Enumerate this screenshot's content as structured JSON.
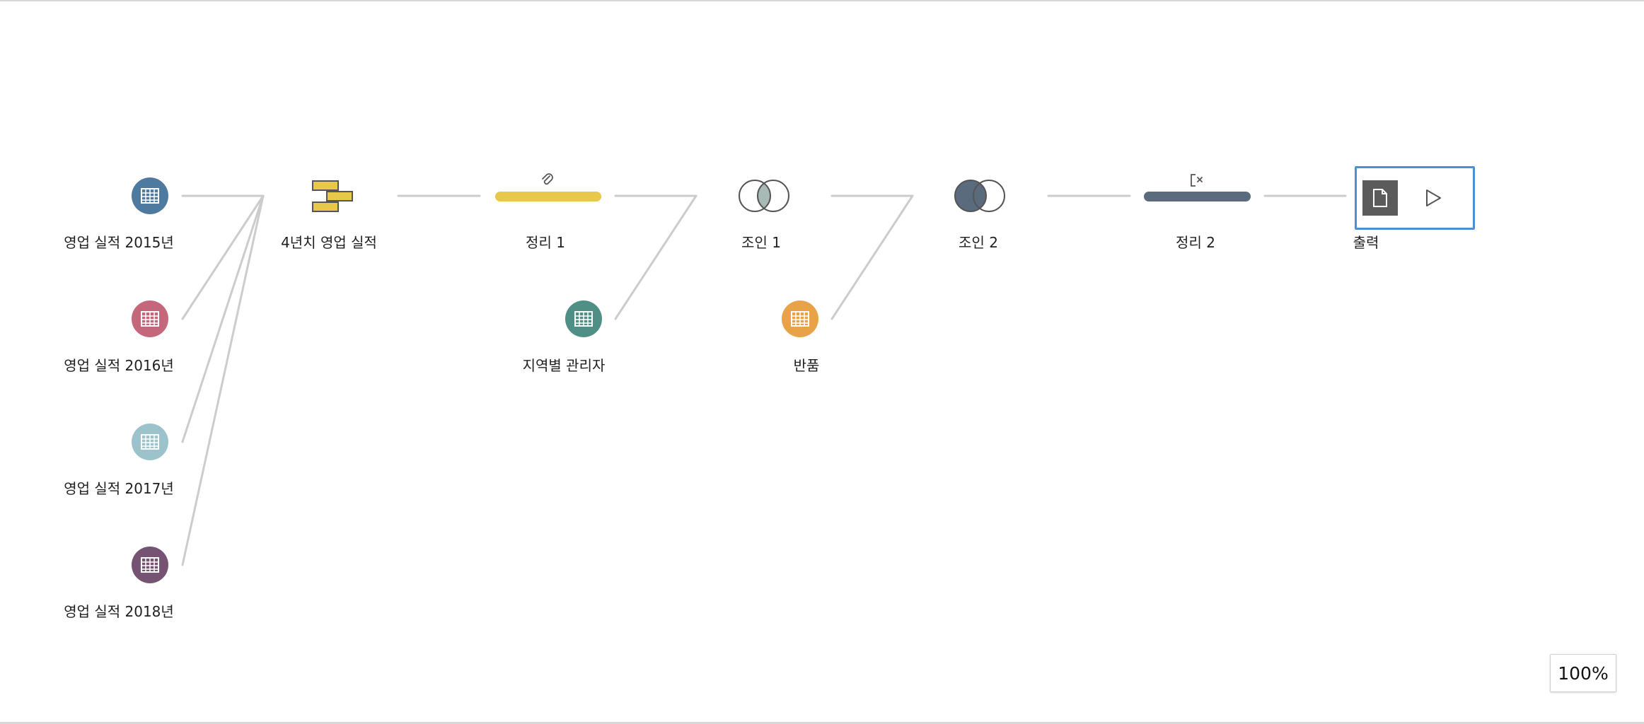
{
  "flow": {
    "inputs": [
      {
        "label": "영업 실적 2015년",
        "color": "#4e7aa0"
      },
      {
        "label": "영업 실적 2016년",
        "color": "#c4677a"
      },
      {
        "label": "영업 실적 2017년",
        "color": "#9cc3cc"
      },
      {
        "label": "영업 실적 2018년",
        "color": "#765373"
      }
    ],
    "union": {
      "label": "4년치 영업 실적",
      "color": "#e8c84a"
    },
    "clean1": {
      "label": "정리 1",
      "color": "#e8c84a",
      "icon": "paperclip-icon"
    },
    "regional_managers": {
      "label": "지역별 관리자",
      "color": "#508f86"
    },
    "join1": {
      "label": "조인 1",
      "icon": "inner-join-icon"
    },
    "returns": {
      "label": "반품",
      "color": "#e8a248"
    },
    "join2": {
      "label": "조인 2",
      "icon": "left-join-icon",
      "color": "#5a6b7e"
    },
    "clean2": {
      "label": "정리 2",
      "color": "#5a6b7e",
      "icon": "remove-field-icon"
    },
    "output": {
      "label": "출력",
      "icon": "document-icon",
      "run_icon": "play-icon"
    }
  },
  "zoom": {
    "value": "100%"
  },
  "colors": {
    "line": "#cccccc",
    "selection": "#4a90d9"
  }
}
